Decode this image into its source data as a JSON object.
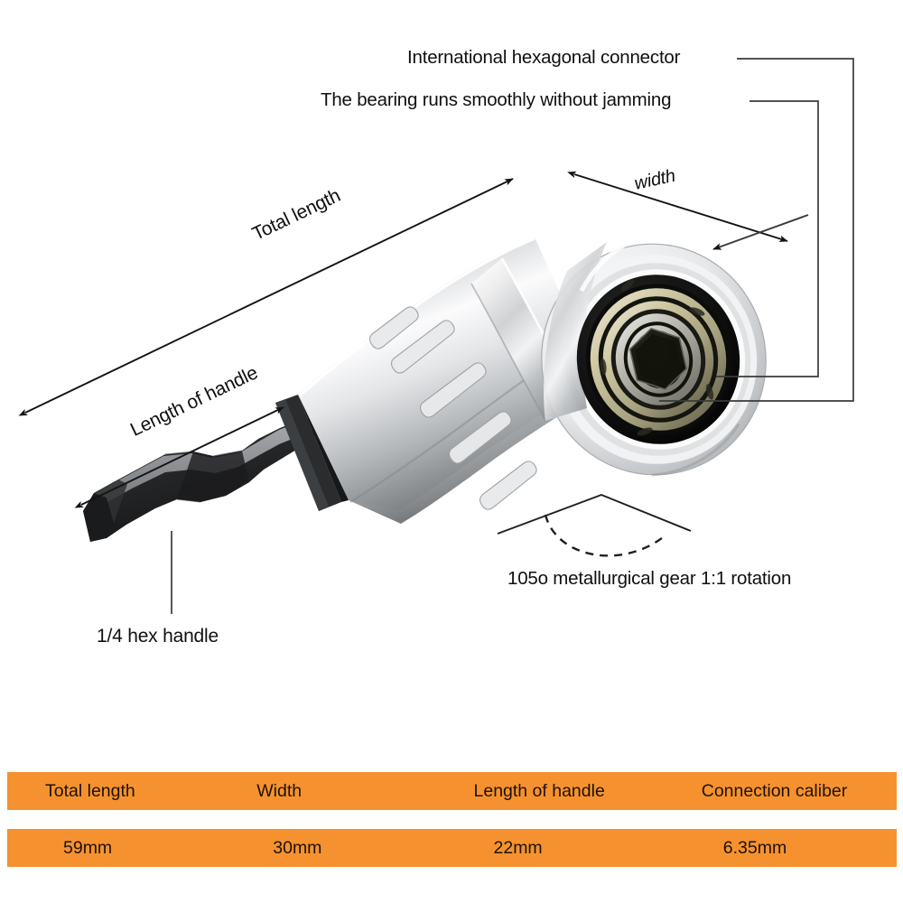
{
  "diagram": {
    "title_alt": "105 degree right angle drill adapter product dimension diagram",
    "callouts": {
      "hex_connector": "International hexagonal connector",
      "bearing": "The bearing runs smoothly without jamming",
      "total_length": "Total length",
      "width": "width",
      "length_of_handle": "Length of handle",
      "hex_handle": "1/4 hex handle",
      "gear": "105o metallurgical gear 1:1 rotation"
    },
    "colors": {
      "table_background": "#f5922f",
      "table_text": "#1f1205",
      "annotation_text": "#101010",
      "leader_line": "#3a3a3a",
      "body_silver_light": "#fbfbfb",
      "body_silver_mid": "#c9cbcd",
      "body_silver_dark": "#8e9194",
      "shank_black": "#272829",
      "shank_facet": "#9b9da0",
      "bearing_cream": "#cfc9a4",
      "bearing_dark": "#141414",
      "socket_black": "#15160f"
    }
  },
  "spec_table": {
    "headers": [
      "Total length",
      "Width",
      "Length of handle",
      "Connection caliber"
    ],
    "values": [
      "59mm",
      "30mm",
      "22mm",
      "6.35mm"
    ]
  }
}
